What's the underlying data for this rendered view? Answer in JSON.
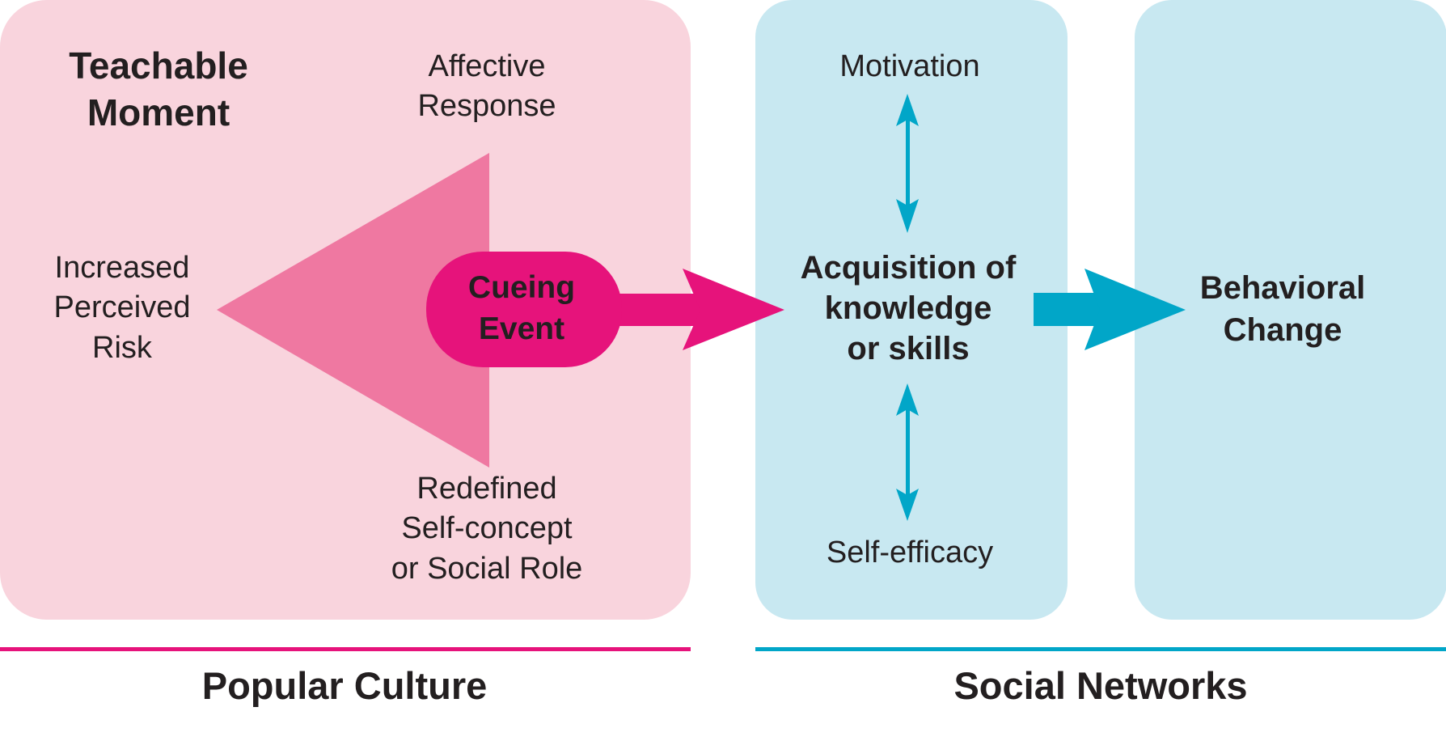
{
  "colors": {
    "pink_panel": "#f9d4dd",
    "pink_triangle": "#ef78a1",
    "magenta": "#e6137b",
    "blue_panel": "#c8e8f1",
    "cyan": "#01a6c8",
    "text": "#231f20"
  },
  "popular_culture": {
    "title": [
      "Teachable",
      "Moment"
    ],
    "affective_response": [
      "Affective",
      "Response"
    ],
    "increased_perceived_risk": [
      "Increased",
      "Perceived",
      "Risk"
    ],
    "redefined_self_concept": [
      "Redefined",
      "Self-concept",
      "or Social Role"
    ],
    "cueing_event": [
      "Cueing",
      "Event"
    ],
    "footer": "Popular Culture"
  },
  "social_networks": {
    "motivation": "Motivation",
    "acquisition": [
      "Acquisition of",
      "knowledge",
      "or skills"
    ],
    "self_efficacy": "Self-efficacy",
    "behavioral_change": [
      "Behavioral",
      "Change"
    ],
    "footer": "Social Networks"
  }
}
